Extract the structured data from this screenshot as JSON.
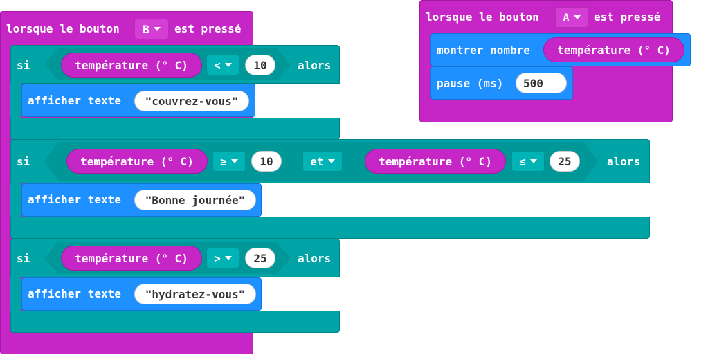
{
  "on_button_b": {
    "label_prefix": "lorsque le bouton",
    "button": "B",
    "label_suffix": "est pressé"
  },
  "on_button_a": {
    "label_prefix": "lorsque le bouton",
    "button": "A",
    "label_suffix": "est pressé",
    "show_number": "montrer nombre",
    "pause_label": "pause (ms)",
    "pause_value": "500"
  },
  "sensor": "température (° C)",
  "keywords": {
    "if": "si",
    "then": "alors",
    "show_text": "afficher texte",
    "and": "et"
  },
  "if1": {
    "op": "<",
    "value": "10",
    "text": "\"couvrez-vous\""
  },
  "if2": {
    "op1": "≥",
    "value1": "10",
    "op2": "≤",
    "value2": "25",
    "text": "\"Bonne journée\""
  },
  "if3": {
    "op": ">",
    "value": "25",
    "text": "\"hydratez-vous\""
  },
  "colors": {
    "input": "#C726C7",
    "logic": "#00A4A6",
    "basic": "#1E90FF"
  }
}
